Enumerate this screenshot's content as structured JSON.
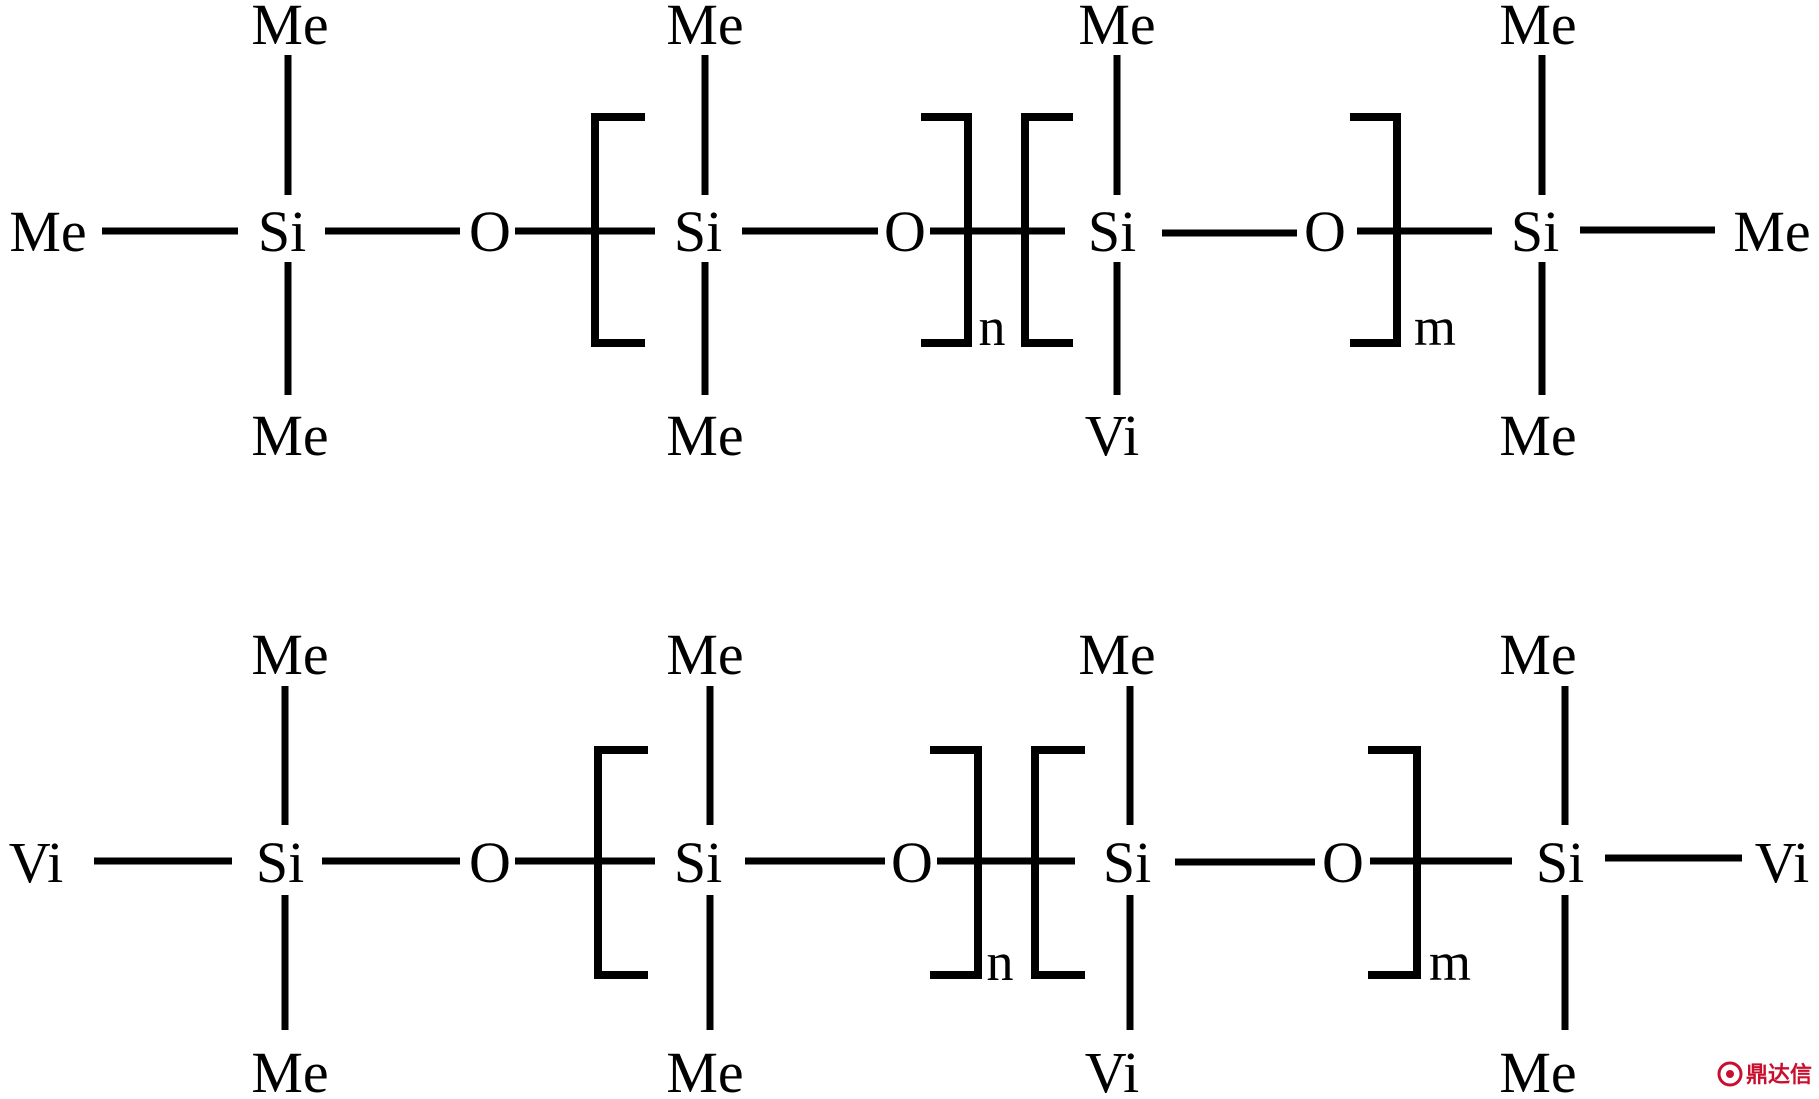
{
  "formula_top": {
    "atoms": {
      "t1_top": "Me",
      "t1_left": "Me",
      "t1_si": "Si",
      "t1_bottom": "Me",
      "t1_o": "O",
      "r1_top": "Me",
      "r1_si": "Si",
      "r1_bottom": "Me",
      "r1_o": "O",
      "r1_sub": "n",
      "r2_top": "Me",
      "r2_si": "Si",
      "r2_bottom": "Vi",
      "r2_o": "O",
      "r2_sub": "m",
      "t2_top": "Me",
      "t2_si": "Si",
      "t2_right": "Me",
      "t2_bottom": "Me"
    }
  },
  "formula_bottom": {
    "atoms": {
      "t1_top": "Me",
      "t1_left": "Vi",
      "t1_si": "Si",
      "t1_bottom": "Me",
      "t1_o": "O",
      "r1_top": "Me",
      "r1_si": "Si",
      "r1_bottom": "Me",
      "r1_o": "O",
      "r1_sub": "n",
      "r2_top": "Me",
      "r2_si": "Si",
      "r2_bottom": "Vi",
      "r2_o": "O",
      "r2_sub": "m",
      "t2_top": "Me",
      "t2_si": "Si",
      "t2_right": "Vi",
      "t2_bottom": "Me"
    }
  },
  "watermark": {
    "text": "鼎达信",
    "color": "#c8102e"
  }
}
